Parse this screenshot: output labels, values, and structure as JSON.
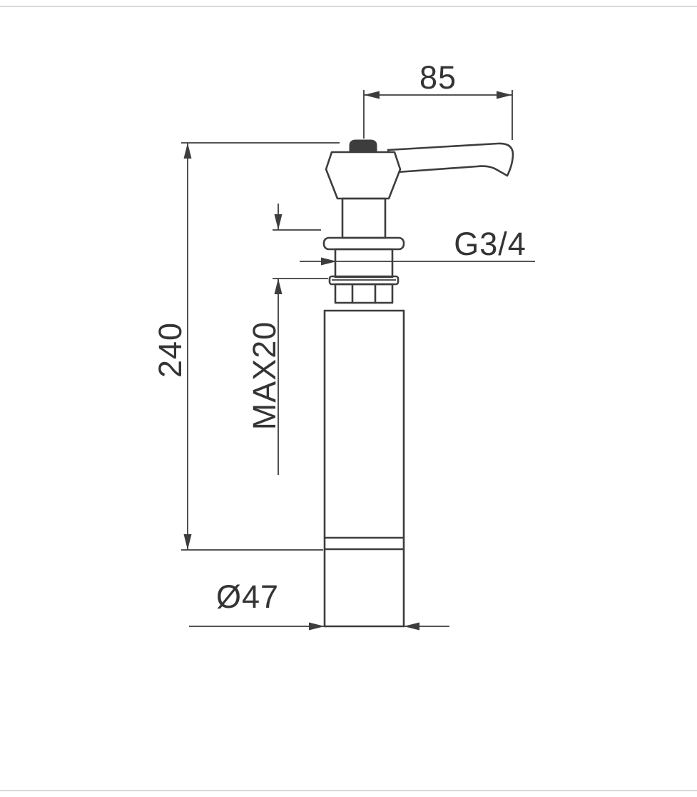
{
  "page": {
    "background": "#ffffff",
    "frame_line_color": "#d9d9d9"
  },
  "drawing": {
    "type": "technical-drawing",
    "line_color": "#3d3d3d",
    "text_color": "#343434",
    "dimensions": {
      "spout_reach": "85",
      "overall_height": "240",
      "max_deck_thickness": "MAX20",
      "thread_size": "G3/4",
      "bottle_diameter": "Ø47"
    }
  }
}
